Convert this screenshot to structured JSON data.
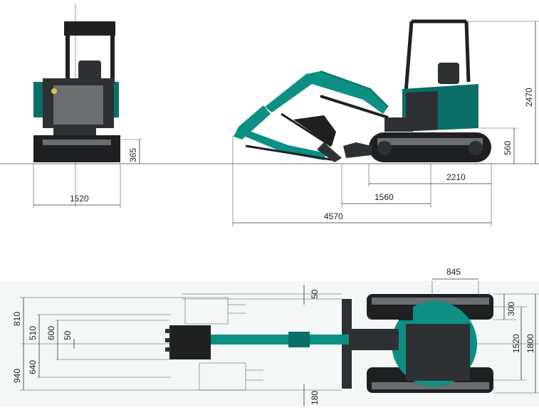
{
  "colors": {
    "body_teal": "#0d8f84",
    "body_teal_dark": "#0b6f67",
    "track_dark": "#2e3133",
    "line": "#333333"
  },
  "dimensions": {
    "front_width": "1520",
    "front_ground_clearance": "365",
    "side_height": "2470",
    "side_counterweight_clearance": "560",
    "side_tail_length": "2210",
    "side_track_length": "1560",
    "side_overall_length": "4570",
    "top_turret_length": "845",
    "top_offset_top": "50",
    "top_offset_bottom": "180",
    "top_left_upper": "810",
    "top_left_lower": "940",
    "top_inner_upper": "510",
    "top_inner_lower": "640",
    "top_bucket_span": "600",
    "top_bucket_offset": "50",
    "top_shoe_width": "300",
    "top_track_gauge": "1520",
    "top_overall_width": "1800"
  }
}
